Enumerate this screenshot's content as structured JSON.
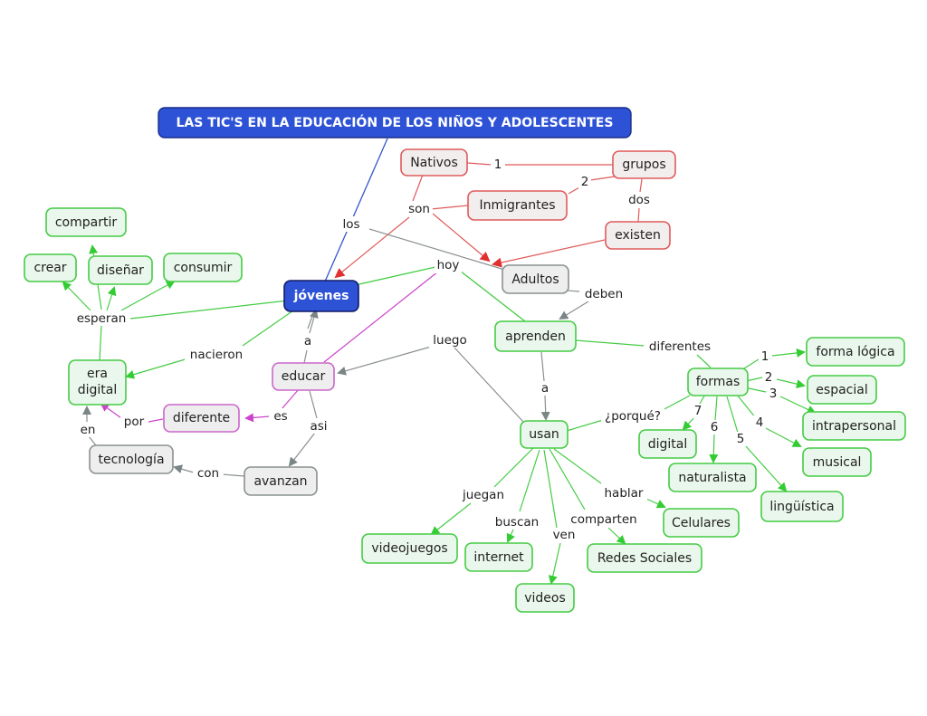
{
  "title": "LAS TIC'S EN LA EDUCACIÓN DE LOS NIÑOS Y ADOLESCENTES",
  "colors": {
    "green_stroke": "#44cc44",
    "green_fill": "#eaf7ec",
    "red_stroke": "#e05a5a",
    "red_fill": "#f3eeee",
    "gray_stroke": "#8a9090",
    "gray_fill": "#eeeeee",
    "pink_stroke": "#cc66cc",
    "blue_fill": "#2d52d6",
    "blue_line": "#3355cc",
    "magenta_line": "#cc44cc"
  },
  "nodes": {
    "title": "LAS TIC'S EN LA EDUCACIÓN DE LOS NIÑOS Y ADOLESCENTES",
    "jovenes": "jóvenes",
    "nativos": "Nativos",
    "grupos": "grupos",
    "inmigrantes": "Inmigrantes",
    "existen": "existen",
    "adultos": "Adultos",
    "aprenden": "aprenden",
    "usan": "usan",
    "formas": "formas",
    "forma_logica": "forma lógica",
    "espacial": "espacial",
    "intrapersonal": "intrapersonal",
    "musical": "musical",
    "linguistica": "lingüística",
    "naturalista": "naturalista",
    "digital": "digital",
    "celulares": "Celulares",
    "redes_sociales": "Redes Sociales",
    "videos": "videos",
    "internet": "internet",
    "videojuegos": "videojuegos",
    "educar": "educar",
    "era_digital_1": "era",
    "era_digital_2": "digital",
    "diferente": "diferente",
    "tecnologia": "tecnología",
    "avanzan": "avanzan",
    "compartir": "compartir",
    "crear": "crear",
    "disenar": "diseñar",
    "consumir": "consumir"
  },
  "links": {
    "n1": "1",
    "n2": "2",
    "dos": "dos",
    "son": "son",
    "los": "los",
    "hoy": "hoy",
    "deben": "deben",
    "luego": "luego",
    "diferentes": "diferentes",
    "a1": "a",
    "a2": "a",
    "porque": "¿porqué?",
    "f1": "1",
    "f2": "2",
    "f3": "3",
    "f4": "4",
    "f5": "5",
    "f6": "6",
    "f7": "7",
    "hablar": "hablar",
    "comparten": "comparten",
    "ven": "ven",
    "buscan": "buscan",
    "juegan": "juegan",
    "nacieron": "nacieron",
    "esperan": "esperan",
    "es": "es",
    "por": "por",
    "en": "en",
    "con": "con",
    "asi": "asi"
  }
}
